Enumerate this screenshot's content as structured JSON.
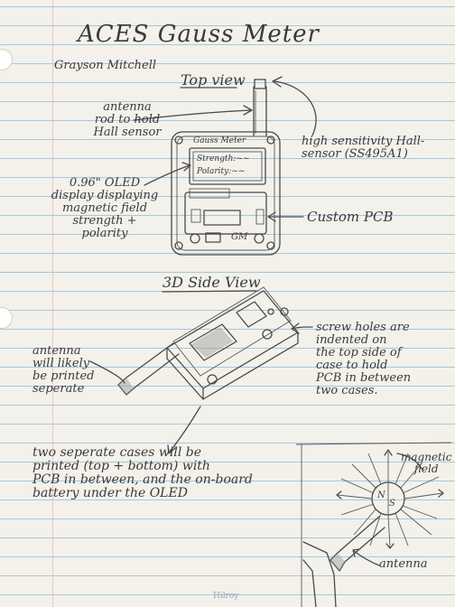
{
  "title": "ACES   Gauss Meter",
  "author": "Grayson Mitchell",
  "top_view": {
    "heading": "Top view",
    "antenna_label": "antenna\nrod to hold\nHall sensor",
    "sensor_label": "high sensitivity Hall-\nsensor (SS495A1)",
    "oled_label": "0.96\" OLED\ndisplay displaying\nmagnetic field\nstrength + polarity",
    "pcb_label": "Custom PCB",
    "device_header": "Gauss Meter",
    "screen_line1": "Strength:~~",
    "screen_line2": "Polarity:~~",
    "gm_label": "GM"
  },
  "side_view": {
    "heading": "3D Side View",
    "antenna_label": "antenna\nwill likely\nbe printed\nseperate",
    "screw_label": "screw holes are\nindented on\nthe top side of\ncase to hold\nPCB in between\ntwo cases."
  },
  "cases_note": "two seperate cases will be\nprinted (top + bottom) with\nPCB in between, and the on-board\nbattery under the OLED",
  "field_diagram": {
    "field_label": "magnetic\nfield",
    "antenna_label": "antenna",
    "north": "N",
    "south": "S"
  },
  "bottom_mark": "Hilroy"
}
